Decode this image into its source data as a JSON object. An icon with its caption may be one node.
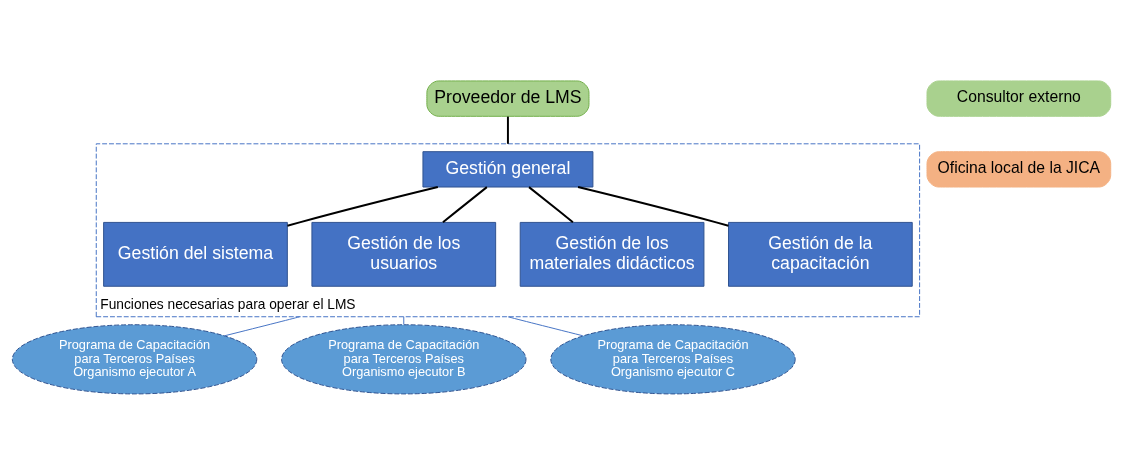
{
  "diagram": {
    "nodes": [
      {
        "text": [
          "Funciones necesarias para operar el LMS"
        ]
      },
      {
        "text": [
          "Proveedor de LMS"
        ]
      },
      {
        "text": [
          "Gestión general"
        ],
        "in": 0
      },
      {
        "text": [
          "Gestión del sistema"
        ],
        "in": 0
      },
      {
        "text": [
          "Gestión de los usuarios"
        ],
        "in": 0
      },
      {
        "text": [
          "Gestión de los materiales didácticos"
        ],
        "in": 0
      },
      {
        "text": [
          "Gestión de la capacitación"
        ],
        "in": 0
      },
      {
        "text": [
          "Programa de Capacitación para Terceros Países Organismo ejecutor A"
        ]
      },
      {
        "text": [
          "Programa de Capacitación para Terceros Países Organismo ejecutor B"
        ]
      },
      {
        "text": [
          "Programa de Capacitación para Terceros Países Organismo ejecutor C"
        ]
      }
    ],
    "edges": [
      {
        "from": 1,
        "to": 0,
        "arrow": "none"
      },
      {
        "from": 2,
        "to": 3,
        "arrow": "none"
      },
      {
        "from": 2,
        "to": 4,
        "arrow": "none"
      },
      {
        "from": 2,
        "to": 5,
        "arrow": "none"
      },
      {
        "from": 2,
        "to": 6,
        "arrow": "none"
      },
      {
        "from": 0,
        "to": 7,
        "arrow": "none",
        "color": "#4472c4"
      },
      {
        "from": 0,
        "to": 8,
        "arrow": "none",
        "color": "#4472c4"
      },
      {
        "from": 0,
        "to": 9,
        "arrow": "none",
        "color": "#4472c4"
      }
    ],
    "legend": [
      {
        "text": "Consultor externo",
        "color": "#a9d18e"
      },
      {
        "text": "Oficina local de la JICA",
        "color": "#f4b183"
      }
    ]
  }
}
